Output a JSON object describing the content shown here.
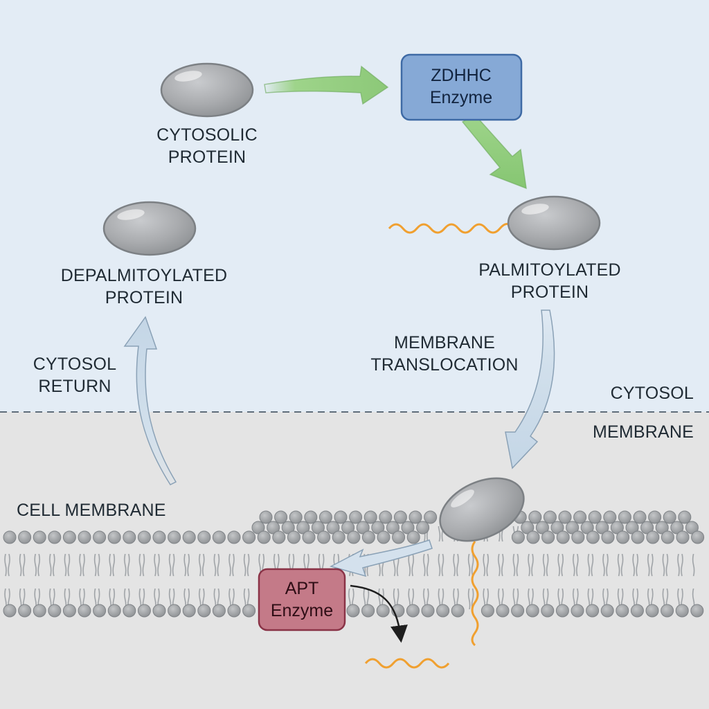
{
  "diagram": {
    "labels": {
      "cytosolic_protein": [
        "CYTOSOLIC",
        "PROTEIN"
      ],
      "zdhhc_enzyme": [
        "ZDHHC",
        "Enzyme"
      ],
      "palmitoylated_protein": [
        "PALMITOYLATED",
        "PROTEIN"
      ],
      "membrane_translocation": [
        "MEMBRANE",
        "TRANSLOCATION"
      ],
      "cytosol": "CYTOSOL",
      "membrane": "MEMBRANE",
      "depalmitoylated_protein": [
        "DEPALMITOYLATED",
        "PROTEIN"
      ],
      "cytosol_return": [
        "CYTOSOL",
        "RETURN"
      ],
      "cell_membrane": "CELL MEMBRANE",
      "apt_enzyme": [
        "APT",
        "Enzyme"
      ]
    },
    "colors": {
      "cytosol_background": "#e3ecf5",
      "membrane_background": "#e4e4e4",
      "protein_fill": "#a9abae",
      "zdhhc_fill": "#86a9d6",
      "zdhhc_stroke": "#3e6aa5",
      "apt_fill": "#c47a88",
      "apt_stroke": "#8a3347",
      "palmitate": "#f0a030",
      "arrow_green": "#8fcc7a",
      "arrow_blue": "#d2e0ec",
      "lipid_head": "#a2a5a8"
    }
  }
}
